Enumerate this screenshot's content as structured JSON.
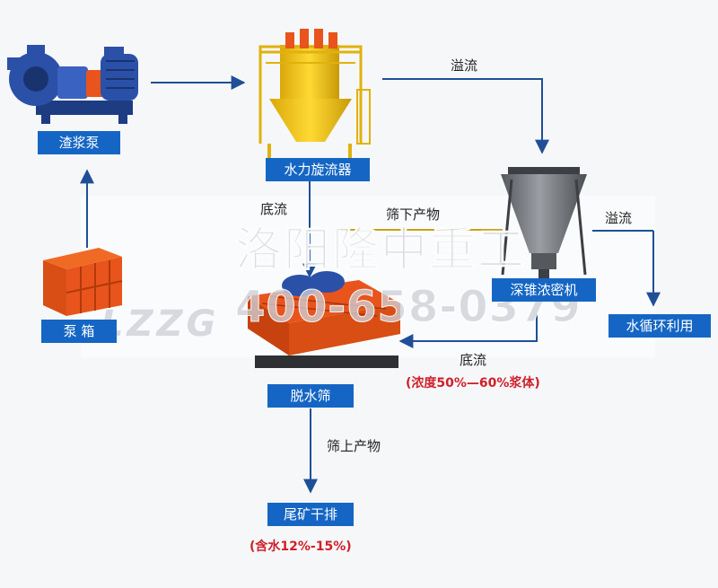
{
  "nodes": {
    "slurry_pump": "渣浆泵",
    "hydrocyclone": "水力旋流器",
    "deep_cone_thickener": "深锥浓密机",
    "pump_box": "泵 箱",
    "water_recycle": "水循环利用",
    "dewatering_screen": "脱水筛",
    "tailings_dry": "尾矿干排"
  },
  "edges": {
    "overflow_1": "溢流",
    "underflow_1": "底流",
    "undersize_product": "筛下产物",
    "overflow_2": "溢流",
    "underflow_2": "底流",
    "oversize_product": "筛上产物"
  },
  "notes": {
    "concentration": "(浓度50%—60%浆体)",
    "moisture": "(含水12%-15%)"
  },
  "watermark": {
    "company": "洛阳隆中重工",
    "phone": "400-658-0379",
    "abbr": "LZZG"
  },
  "colors": {
    "label_bg": "#1566c4",
    "arrow": "#1f4f96",
    "note_red": "#d0202a",
    "machine_orange": "#e8541c",
    "machine_yellow": "#f2c613",
    "pump_blue": "#2b50a8",
    "thickener_gray": "#6f7378"
  }
}
